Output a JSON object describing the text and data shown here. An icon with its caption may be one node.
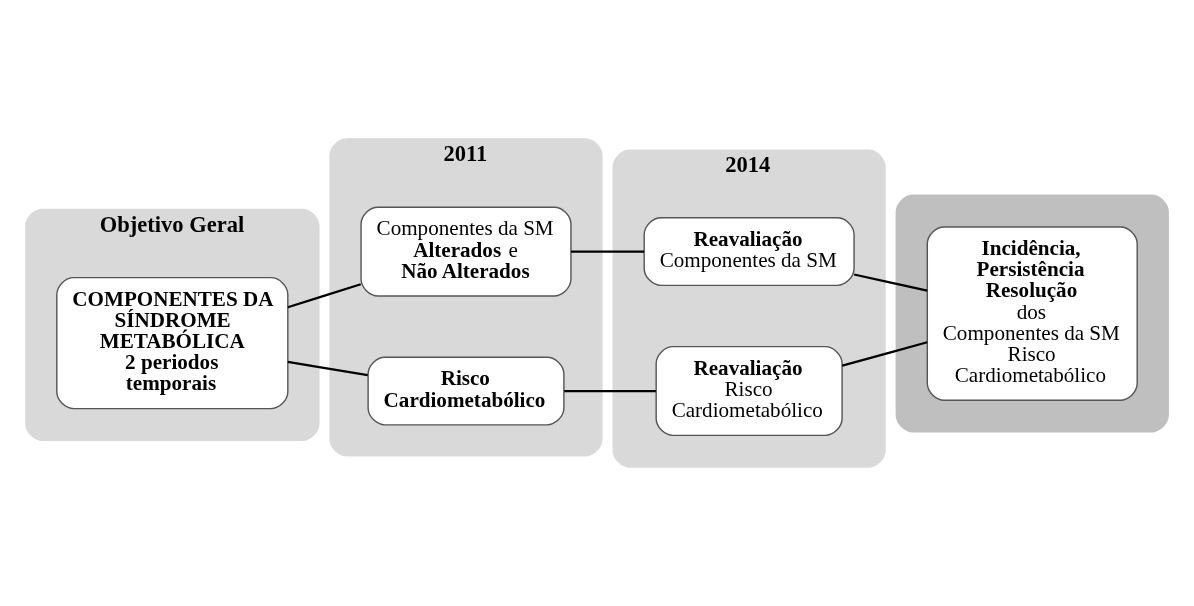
{
  "diagram": {
    "nodes": [
      {
        "text": [
          "Objetivo Geral"
        ]
      },
      {
        "text": [
          "COMPONENTES DA SÍNDROME METABÓLICA",
          "2 periodos temporais"
        ],
        "in": 0
      },
      {
        "text": [
          "2011"
        ]
      },
      {
        "text": [
          "Componentes da SM **Alterados** e **Não Alterados**"
        ],
        "in": 2
      },
      {
        "text": [
          "Risco Cardiometabólico"
        ],
        "in": 2
      },
      {
        "text": [
          "2014"
        ]
      },
      {
        "text": [
          "Reavaliação",
          "Componentes da SM"
        ],
        "in": 5
      },
      {
        "text": [
          "Reavaliação",
          "Risco Cardiometabólico"
        ],
        "in": 5
      },
      {
        "text": [],
        "shape": "box"
      },
      {
        "text": [
          "Incidência, Persistência Resolução",
          "dos",
          "Componentes da SM",
          "Risco Cardiometabólico"
        ],
        "in": 8
      }
    ],
    "edges": [
      {
        "from": 1,
        "to": 3,
        "arrow": "none"
      },
      {
        "from": 1,
        "to": 4,
        "arrow": "none"
      },
      {
        "from": 3,
        "to": 6,
        "arrow": "none"
      },
      {
        "from": 4,
        "to": 7,
        "arrow": "none"
      },
      {
        "from": 6,
        "to": 9,
        "arrow": "none"
      },
      {
        "from": 7,
        "to": 9,
        "arrow": "none"
      }
    ]
  }
}
